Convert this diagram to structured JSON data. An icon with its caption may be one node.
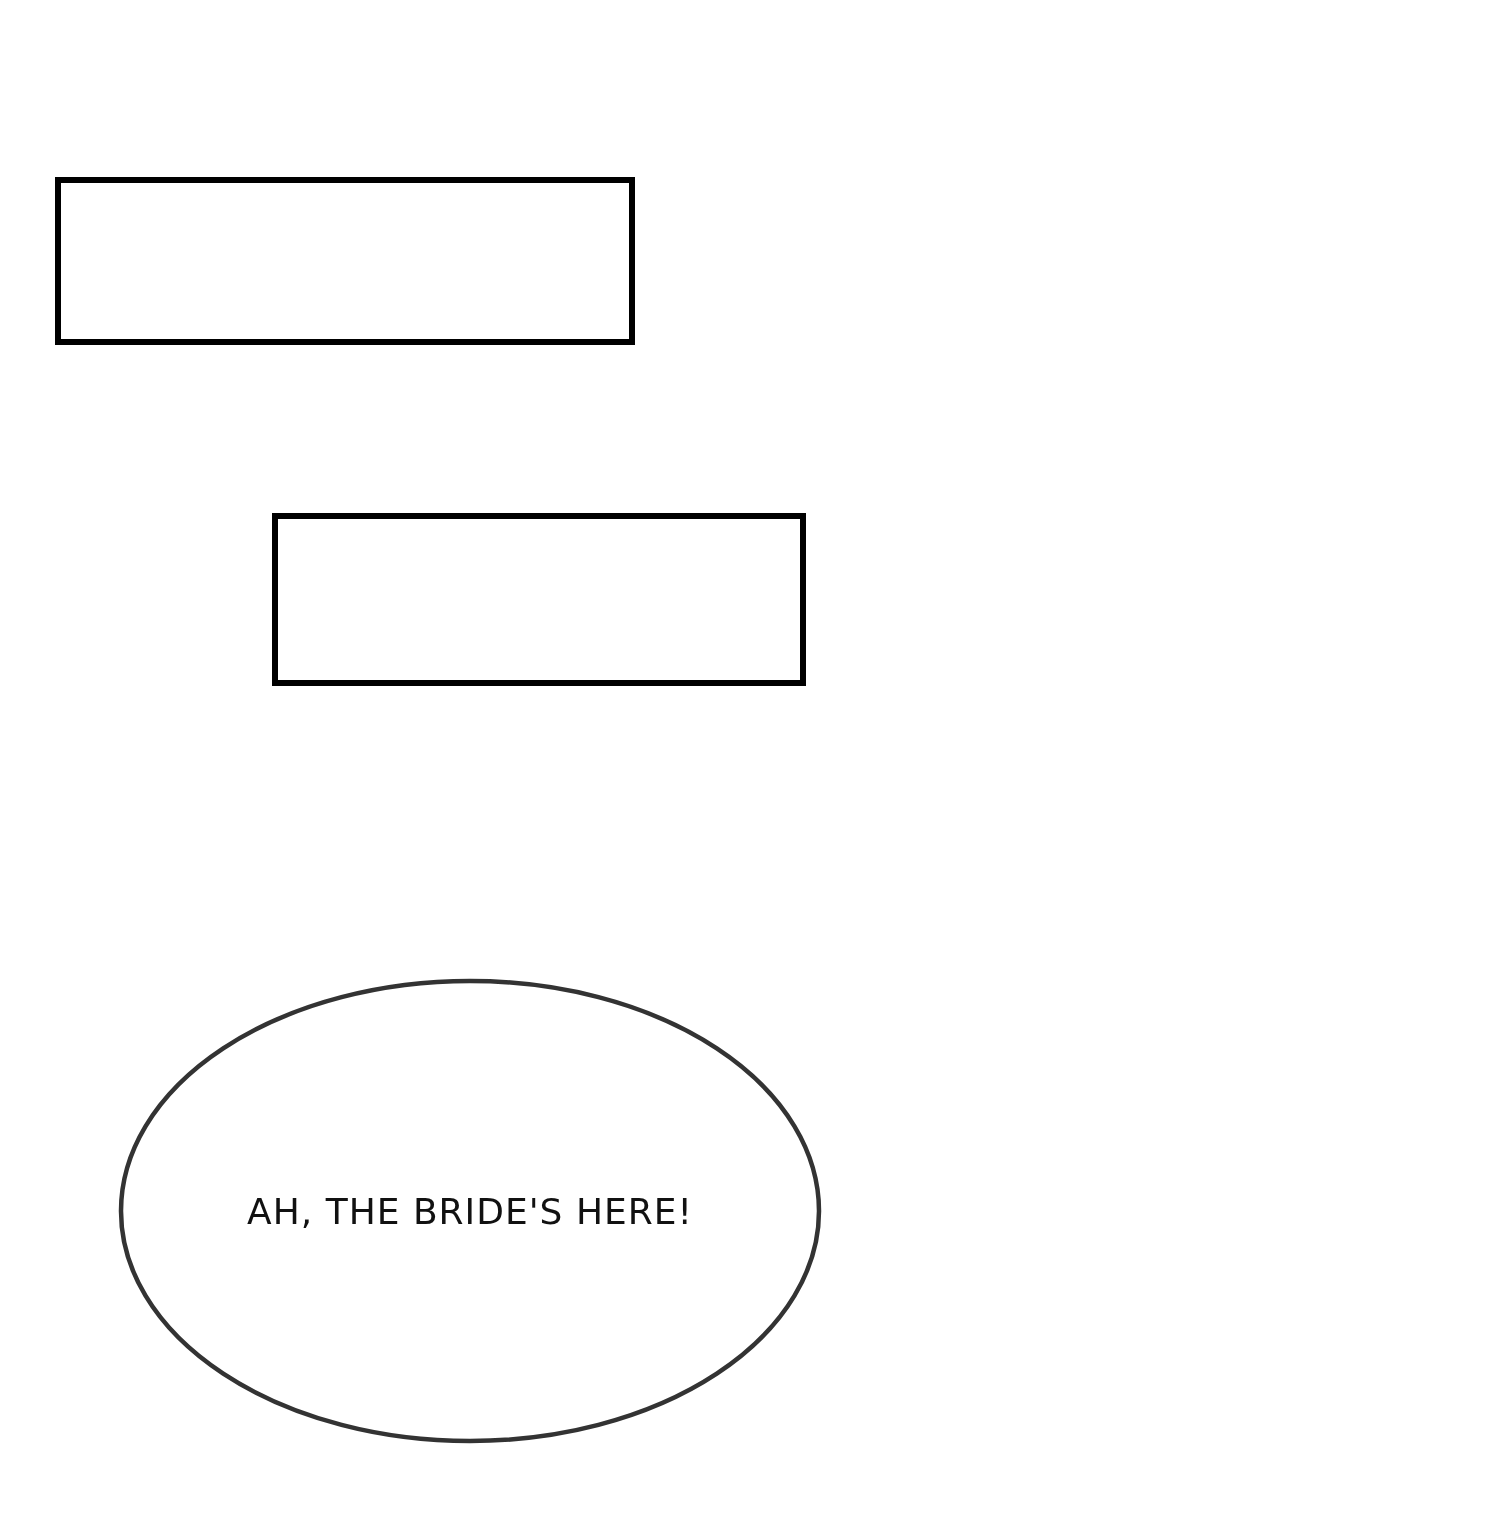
{
  "diagram": {
    "nodes": [
      {
        "text": [],
        "shape": "box"
      },
      {
        "text": [],
        "shape": "box"
      },
      {
        "text": [
          "AH, THE BRIDE'S HERE!"
        ]
      }
    ]
  }
}
